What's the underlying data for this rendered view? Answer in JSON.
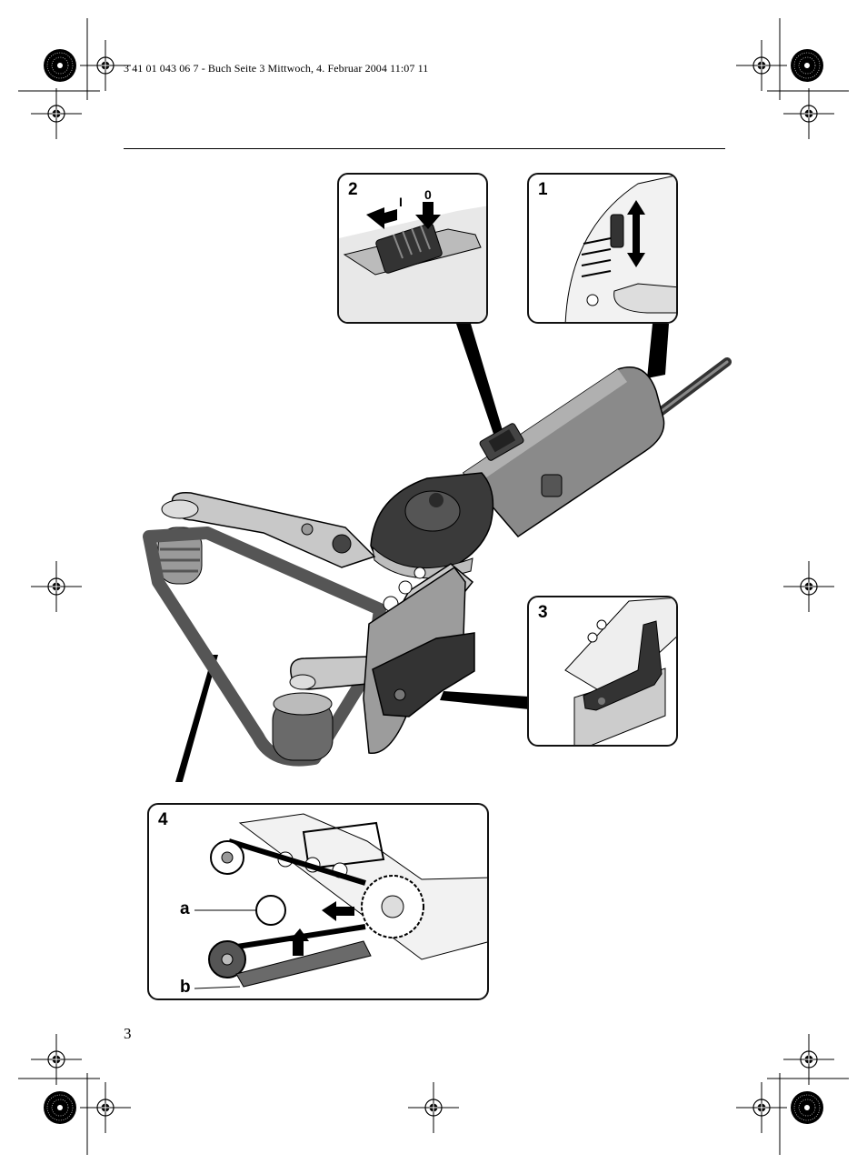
{
  "header": {
    "print_info": "3 41 01 043 06 7 - Buch  Seite 3  Mittwoch, 4. Februar 2004  11:07 11"
  },
  "panels": [
    {
      "number": "2",
      "switch_labels": {
        "on": "I",
        "off": "0"
      }
    },
    {
      "number": "1"
    },
    {
      "number": "3"
    },
    {
      "number": "4",
      "callouts": [
        {
          "label": "a"
        },
        {
          "label": "b"
        }
      ]
    }
  ],
  "page_number": "3",
  "colors": {
    "ink": "#000000",
    "tool_gray": "#8a8a8a",
    "tool_dark": "#3a3a3a",
    "metal": "#c8c8c8"
  }
}
